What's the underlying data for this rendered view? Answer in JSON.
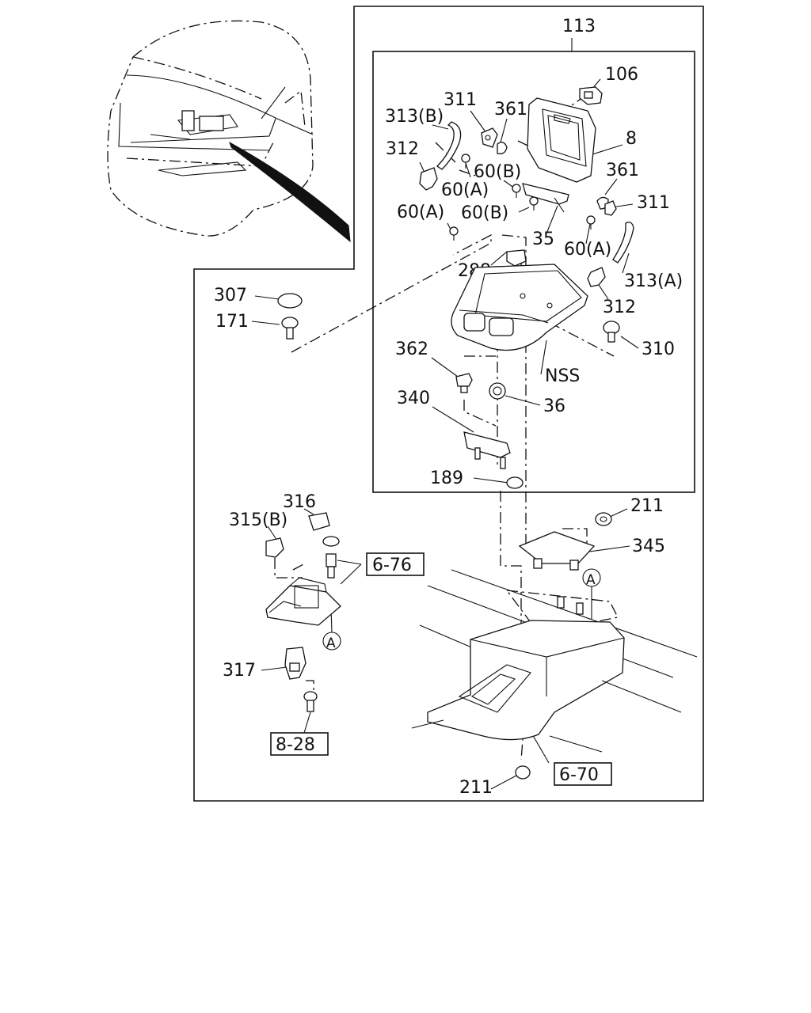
{
  "labels": {
    "l113": "113",
    "l106": "106",
    "l313b": "313(B)",
    "l311a": "311",
    "l361a": "361",
    "l8": "8",
    "l312a": "312",
    "l60b1": "60(B)",
    "l60a1": "60(A)",
    "l361b": "361",
    "l311b": "311",
    "l60a2": "60(A)",
    "l60b2": "60(B)",
    "l35": "35",
    "l60a3": "60(A)",
    "l288": "288",
    "l313a": "313(A)",
    "l312b": "312",
    "l307": "307",
    "l171": "171",
    "l310": "310",
    "l362": "362",
    "lnss": "NSS",
    "l36": "36",
    "l340": "340",
    "l189": "189",
    "l211a": "211",
    "l316": "316",
    "l315b": "315(B)",
    "l345": "345",
    "l317": "317",
    "l211b": "211",
    "circleA1": "A",
    "circleA2": "A"
  },
  "refs": {
    "r676": "6-76",
    "r828": "8-28",
    "r670": "6-70"
  }
}
